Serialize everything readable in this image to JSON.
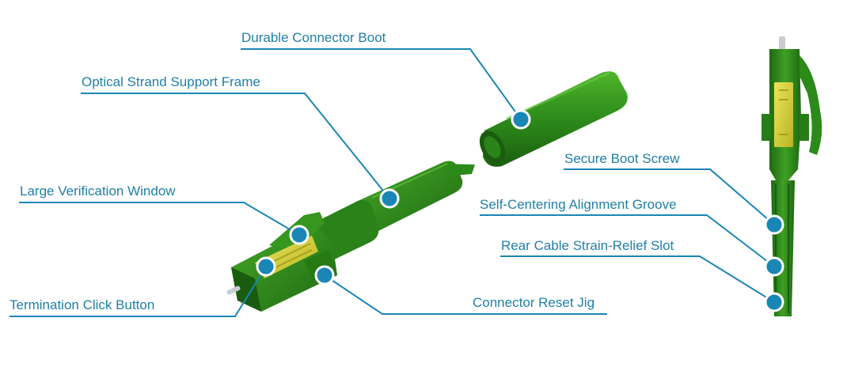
{
  "colors": {
    "accent": "#1a86b5",
    "label_text": "#1f7fa8",
    "green_dark": "#1f6e12",
    "green_mid": "#2f8f1c",
    "green_light": "#49ad2a",
    "yellow": "#d8d336",
    "metal": "#c9cdd2"
  },
  "callouts": {
    "durable_boot": "Durable Connector Boot",
    "support_frame": "Optical Strand Support Frame",
    "verification_window": "Large Verification Window",
    "click_button": "Termination Click Button",
    "reset_jig": "Connector Reset Jig",
    "boot_screw": "Secure Boot Screw",
    "alignment_groove": "Self-Centering Alignment Groove",
    "strain_relief": "Rear Cable Strain-Relief Slot"
  }
}
